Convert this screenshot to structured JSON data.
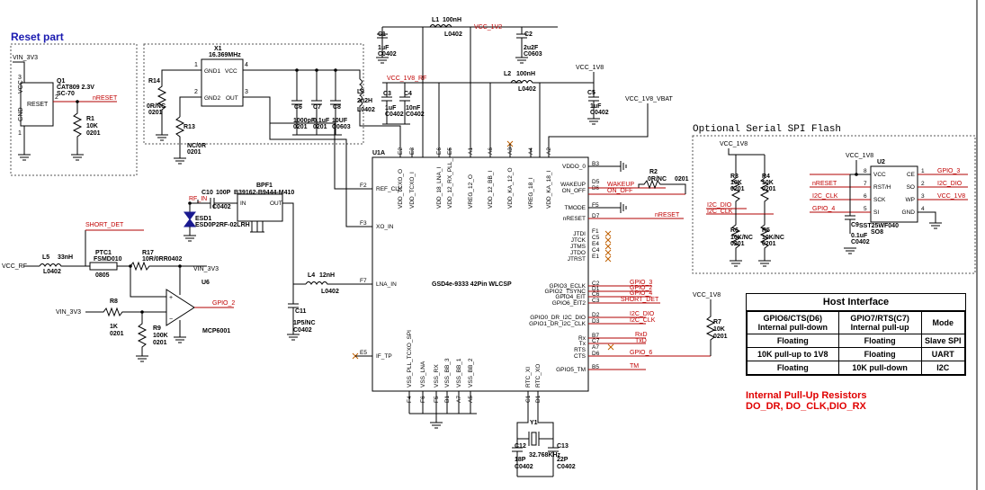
{
  "sections": {
    "reset_title": "Reset part",
    "spi_title": "Optional Serial  SPI Flash"
  },
  "nets": {
    "vin_3v3": "VIN_3V3",
    "vcc_1v2": "VCC_1V2",
    "vcc_1v8_rf": "VCC_1V8_RF",
    "vcc_1v8": "VCC_1V8",
    "vcc_1v8_vbat": "VCC_1V8_VBAT",
    "nreset": "nRESET",
    "rf_in": "RF_IN",
    "short_det": "SHORT_DET",
    "vcc_rf": "VCC_RF",
    "wakeup": "WAKEUP",
    "on_off": "ON_OFF",
    "gpio_2": "GPIO_2",
    "gpio_3": "GPIO_3",
    "gpio_4": "GPIO_4",
    "gpio_6": "GPIO_6",
    "i2c_dio": "I2C_DIO",
    "i2c_clk": "I2C_CLK",
    "rxd": "RxD",
    "txd": "TxD",
    "tm": "TM"
  },
  "parts": {
    "q1": {
      "ref": "Q1",
      "name": "CAT809  2.3V",
      "pkg": "SC-70",
      "body": "RESET",
      "pin_vcc": "VCC",
      "pin_gnd": "GND"
    },
    "r1": {
      "ref": "R1",
      "val": "10K",
      "pkg": "0201"
    },
    "x1": {
      "ref": "X1",
      "val": "16.369MHz",
      "p1": "GND1",
      "p2": "GND2",
      "p3": "OUT",
      "p4": "VCC"
    },
    "r14": {
      "ref": "R14",
      "val": "0R/NC",
      "pkg": "0201"
    },
    "r13": {
      "ref": "R13",
      "val": "NC/0R",
      "pkg": "0201"
    },
    "c6": {
      "ref": "C6",
      "val": "1000pF",
      "pkg": "0201"
    },
    "c7": {
      "ref": "C7",
      "val": "0.1uF",
      "pkg": "0201"
    },
    "c8": {
      "ref": "C8",
      "val": "10UF",
      "pkg": "C0603"
    },
    "l3": {
      "ref": "L3",
      "val": "2n2H",
      "pkg": "L0402"
    },
    "c1": {
      "ref": "C1",
      "val": "1uF",
      "pkg": "C0402"
    },
    "l1": {
      "ref": "L1",
      "val": "100nH",
      "pkg": "L0402"
    },
    "c2": {
      "ref": "C2",
      "val": "2u2F",
      "pkg": "C0603"
    },
    "c3": {
      "ref": "C3",
      "val": "1uF",
      "pkg": "C0402"
    },
    "c4": {
      "ref": "C4",
      "val": "10nF",
      "pkg": "C0402"
    },
    "l2": {
      "ref": "L2",
      "val": "100nH",
      "pkg": "L0402"
    },
    "c5": {
      "ref": "C5",
      "val": "1uF",
      "pkg": "C0402"
    },
    "r2": {
      "ref": "R2",
      "val": "0R/NC",
      "pkg": "0201"
    },
    "c10": {
      "ref": "C10",
      "val": "100P",
      "pkg": "C0402"
    },
    "bpf1": {
      "ref": "BPF1",
      "val": "B39162-B9444-M410",
      "in": "IN",
      "out": "OUT"
    },
    "esd1": {
      "ref": "ESD1",
      "val": "ESD0P2RF-02LRH"
    },
    "l5": {
      "ref": "L5",
      "val": "33nH",
      "pkg": "L0402"
    },
    "ptc1": {
      "ref": "PTC1",
      "val": "FSMD010",
      "pkg": "0805"
    },
    "r17": {
      "ref": "R17",
      "val": "10R/0RR0402"
    },
    "r8": {
      "ref": "R8"
    },
    "r_1k": {
      "val": "1K",
      "pkg": "0201"
    },
    "r9": {
      "ref": "R9",
      "val": "100K",
      "pkg": "0201"
    },
    "u6": {
      "ref": "U6",
      "val": "MCP6001"
    },
    "l4": {
      "ref": "L4",
      "val": "12nH",
      "pkg": "L0402"
    },
    "c11": {
      "ref": "C11",
      "val": "1P5/NC",
      "pkg": "C0402"
    },
    "u1a": {
      "ref": "U1A",
      "val": "GSD4e-9333 42Pin WLCSP"
    },
    "y1": {
      "ref": "Y1",
      "val": "32.768KHz"
    },
    "c12": {
      "ref": "C12",
      "val": "18P",
      "pkg": "C0402"
    },
    "c13": {
      "ref": "C13",
      "val": "22P",
      "pkg": "C0402"
    },
    "r7": {
      "ref": "R7",
      "val": "10K",
      "pkg": "0201"
    },
    "r3": {
      "ref": "R3",
      "val": "10K",
      "pkg": "0201"
    },
    "r4": {
      "ref": "R4",
      "val": "10K",
      "pkg": "0201"
    },
    "r6": {
      "ref": "R6",
      "val": "10K/NC",
      "pkg": "0201"
    },
    "r5": {
      "ref": "R5",
      "val": "10K/NC",
      "pkg": "0201"
    },
    "u2": {
      "ref": "U2",
      "val": "SST25WF040",
      "pkg": "SO8"
    },
    "c9": {
      "ref": "C9",
      "val": "0.1uF",
      "pkg": "C0402"
    }
  },
  "u1_top_pins": [
    {
      "num": "E2",
      "name": "VDD_TCXO_O"
    },
    {
      "num": "E3",
      "name": "VDD_TCXO_I"
    },
    {
      "num": "E6",
      "name": "VDD_18_LNA_I"
    },
    {
      "num": "E5",
      "name": "VDD_12_RX_PLL_I"
    },
    {
      "num": "A1",
      "name": "VREG_12_O"
    },
    {
      "num": "A6",
      "name": "VDD_12_BB_I"
    },
    {
      "num": "A3",
      "name": "VDD_KA_12_O"
    },
    {
      "num": "A4",
      "name": "VREG_18_I"
    },
    {
      "num": "A2",
      "name": "VDD_KA_18_I"
    }
  ],
  "u1_left_pins": [
    {
      "num": "F2",
      "name": "REF_CLK"
    },
    {
      "num": "F3",
      "name": "XO_IN"
    },
    {
      "num": "F7",
      "name": "LNA_IN"
    },
    {
      "num": "E5",
      "name": "IF_TP"
    }
  ],
  "u1_right_pins": [
    {
      "num": "B3",
      "name": "VDDO_0"
    },
    {
      "num": "D5",
      "name": "WAKEUP"
    },
    {
      "num": "B6",
      "name": "ON_OFF"
    },
    {
      "num": "F5",
      "name": "TMODE"
    },
    {
      "num": "D7",
      "name": "nRESET"
    },
    {
      "num": "F1",
      "name": "JTDI"
    },
    {
      "num": "C5",
      "name": "JTCK"
    },
    {
      "num": "E4",
      "name": "JTMS"
    },
    {
      "num": "C4",
      "name": "JTDO"
    },
    {
      "num": "E1",
      "name": "JTRST"
    },
    {
      "num": "C2",
      "name": "GPIO3_ECLK"
    },
    {
      "num": "D1",
      "name": "GPIO2_TSYNC"
    },
    {
      "num": "C6",
      "name": "GPIO4_EIT"
    },
    {
      "num": "C3",
      "name": "GPIO6_EIT2"
    },
    {
      "num": "D2",
      "name": "GPIO0_DR_I2C_DIO"
    },
    {
      "num": "D3",
      "name": "GPIO1_DR_I2C_CLK"
    },
    {
      "num": "B7",
      "name": "Rx"
    },
    {
      "num": "C7",
      "name": "Tx"
    },
    {
      "num": "A7",
      "name": "RTS"
    },
    {
      "num": "D6",
      "name": "CTS"
    },
    {
      "num": "B5",
      "name": "GPIO5_TM"
    }
  ],
  "u1_right_nets": {
    "gpio3_net": "GPIO_3",
    "gpio2_net": "GPIO_2",
    "gpio4_net": "GPIO_4",
    "i2c_dio_net": "I2C_DIO",
    "i2c_clk_net": "I2C_CLK",
    "rxd_net": "RxD",
    "txd_net": "TxD",
    "gpio6_net": "GPIO_6",
    "tm_net": "TM"
  },
  "u1_bottom_pins": [
    {
      "num": "F4",
      "name": "VSS_PLL_TCXO_SPI"
    },
    {
      "num": "F6",
      "name": "VSS_LNA"
    },
    {
      "num": "F5",
      "name": "VSS_RX"
    },
    {
      "num": "B1",
      "name": "VSS_BB_3"
    },
    {
      "num": "A7",
      "name": "VSS_BB_1"
    },
    {
      "num": "A5",
      "name": "VSS_BB_2"
    },
    {
      "num": "C1",
      "name": "RTC_XI"
    },
    {
      "num": "D1",
      "name": "RTC_XO"
    }
  ],
  "u2_pins": [
    {
      "num": "8",
      "name": "VCC",
      "net": "VCC_1V8",
      "side": "left"
    },
    {
      "num": "7",
      "name": "RST/H",
      "net": "nRESET",
      "side": "left"
    },
    {
      "num": "6",
      "name": "SCK",
      "net": "I2C_CLK",
      "side": "left"
    },
    {
      "num": "5",
      "name": "SI",
      "net": "GPIO_4",
      "side": "left"
    },
    {
      "num": "1",
      "name": "CE",
      "net": "GPIO_3",
      "side": "right"
    },
    {
      "num": "2",
      "name": "SO",
      "net": "I2C_DIO",
      "side": "right"
    },
    {
      "num": "3",
      "name": "WP",
      "net": "VCC_1V8",
      "side": "right"
    },
    {
      "num": "4",
      "name": "GND",
      "net": "",
      "side": "right"
    }
  ],
  "host_interface": {
    "title": "Host Interface",
    "headers": [
      "GPIO6/CTS(D6) Internal pull-down",
      "GPIO7/RTS(C7) Internal pull-up",
      "Mode"
    ],
    "rows": [
      [
        "Floating",
        "Floating",
        "Slave SPI"
      ],
      [
        "10K pull-up to 1V8",
        "Floating",
        "UART"
      ],
      [
        "Floating",
        "10K pull-down",
        "I2C"
      ]
    ],
    "note_line1": "Internal Pull-Up Resistors",
    "note_line2": "DO_DR, DO_CLK,DIO_RX"
  }
}
